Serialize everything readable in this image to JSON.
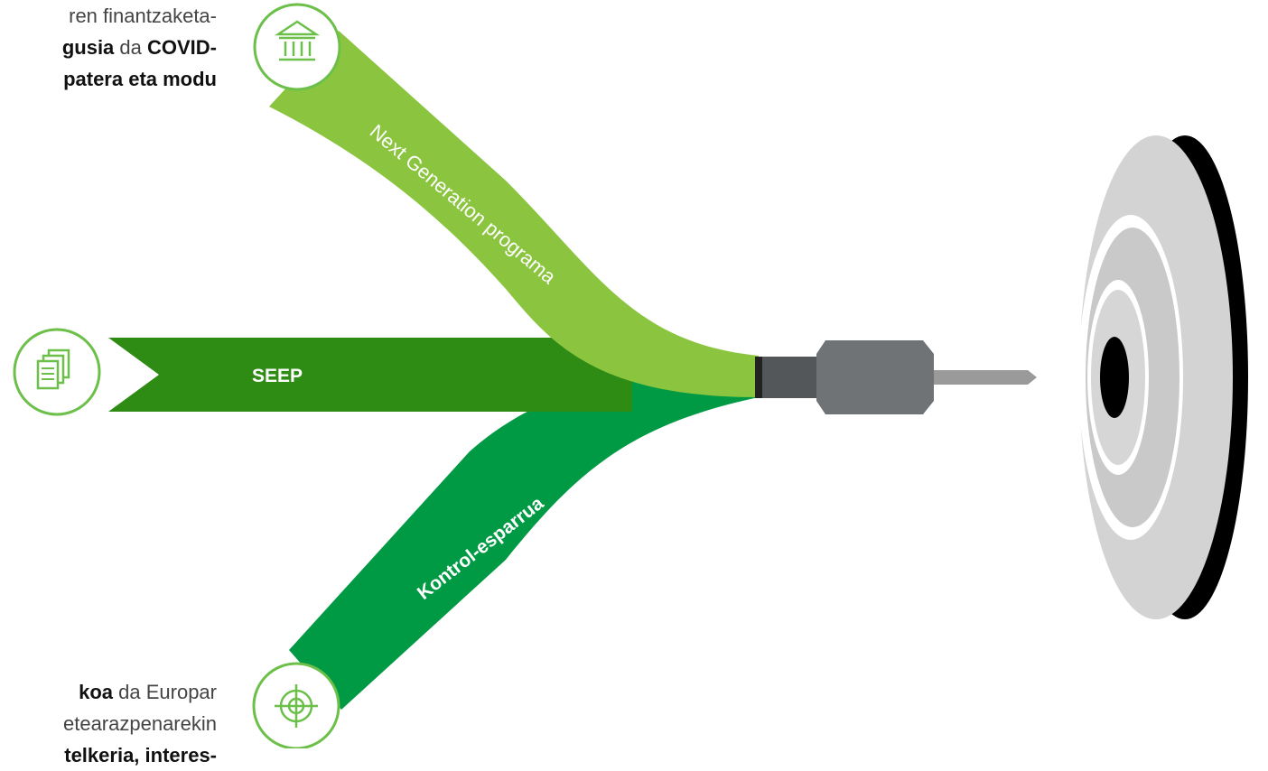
{
  "top_text": {
    "line1": "ren finantzaketa-",
    "line2_bold_a": "gusia",
    "line2_plain": " da ",
    "line2_bold_b": "COVID-",
    "line3_bold": "patera eta modu"
  },
  "bottom_text": {
    "line1_bold": "koa",
    "line1_plain": " da Europar",
    "line2": "etearazpenarekin",
    "line3_bold": "telkeria, interes-"
  },
  "streams": {
    "next_generation": "Next Generation programa",
    "seep": "SEEP",
    "kontrol": "Kontrol-esparrua"
  },
  "icons": {
    "top": "bank-building-icon",
    "middle": "documents-icon",
    "bottom": "target-crosshair-icon"
  },
  "colors": {
    "next_generation": "#8bc53f",
    "seep": "#2e8b14",
    "kontrol": "#009a44",
    "icon_ring": "#6cc04a",
    "target_light": "#d3d3d3",
    "target_dark": "#000000",
    "connector": "#6f7275"
  }
}
